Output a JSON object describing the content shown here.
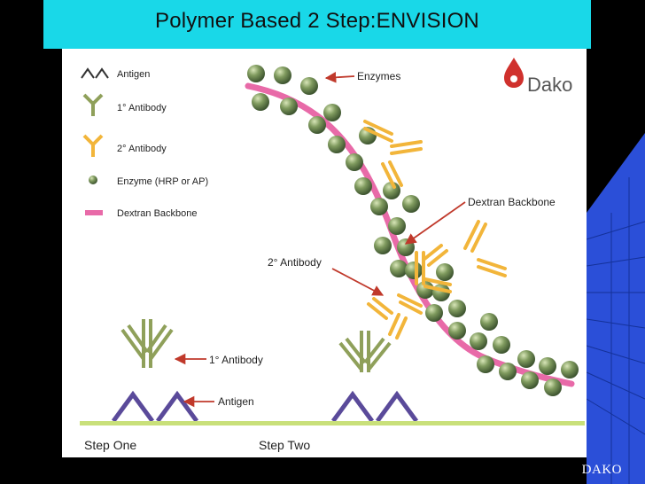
{
  "slide": {
    "title": "Polymer Based 2 Step:ENVISION",
    "footer": "DAKO"
  },
  "colors": {
    "title_bar": "#19d8e8",
    "background": "#000000",
    "accent_blue": "#2b4fd8",
    "antigen": "#5a4a9a",
    "primary_antibody": "#8fa05a",
    "secondary_antibody": "#f2b53a",
    "enzyme": "#6e8a4e",
    "dextran": "#e86aa8",
    "ground": "#c9e07a"
  },
  "logo": {
    "text": "Dako",
    "icon": "dako-drop-icon"
  },
  "legend": [
    {
      "icon": "antigen-icon",
      "label": "Antigen"
    },
    {
      "icon": "primary-antibody-icon",
      "label": "1° Antibody"
    },
    {
      "icon": "secondary-antibody-icon",
      "label": "2° Antibody"
    },
    {
      "icon": "enzyme-icon",
      "label": "Enzyme (HRP or AP)"
    },
    {
      "icon": "dextran-backbone-icon",
      "label": "Dextran Backbone"
    }
  ],
  "callouts": {
    "enzymes": "Enzymes",
    "dextran_backbone": "Dextran Backbone",
    "secondary_antibody": "2° Antibody",
    "primary_antibody": "1° Antibody",
    "antigen": "Antigen"
  },
  "steps": {
    "one": "Step One",
    "two": "Step Two"
  }
}
